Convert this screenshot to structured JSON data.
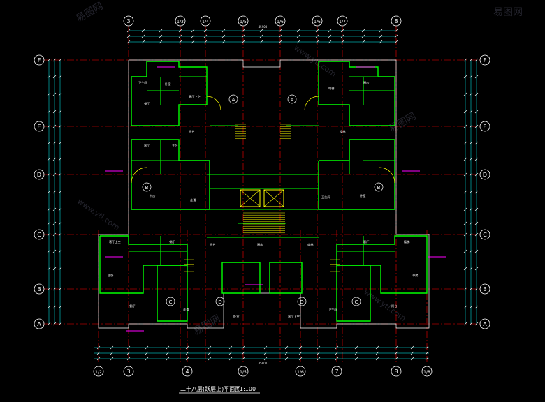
{
  "drawing": {
    "title": "二十八层(跃层上)平面图",
    "scale": "1:100",
    "overall_dimension": "45900",
    "watermark": "易图网",
    "watermark_url": "www.ytl.com"
  },
  "axes": {
    "top": [
      "3",
      "1/3",
      "1/4",
      "1/5",
      "1/6",
      "1/6",
      "1/7",
      "8"
    ],
    "bottom": [
      "1/2",
      "3",
      "4",
      "1/5",
      "1/6",
      "7",
      "8",
      "1/8"
    ],
    "left_rows": [
      "F",
      "E",
      "D",
      "C",
      "B",
      "A"
    ],
    "right_rows": [
      "F",
      "E",
      "D",
      "C",
      "B",
      "A"
    ]
  },
  "units": [
    "A",
    "A",
    "B",
    "B",
    "C",
    "D",
    "D",
    "C"
  ],
  "room_labels": [
    "卫生间",
    "卧室",
    "客厅上空",
    "餐厅",
    "阳台",
    "厨房",
    "电梯",
    "楼梯",
    "客厅",
    "主卧",
    "书房",
    "走道"
  ],
  "colors": {
    "background": "#000000",
    "wall": "#00ff00",
    "grid": "#ff0000",
    "dimension": "#00ffff",
    "slab": "#ffffff",
    "annotation": "#ff00ff",
    "stair": "#ffff00"
  }
}
